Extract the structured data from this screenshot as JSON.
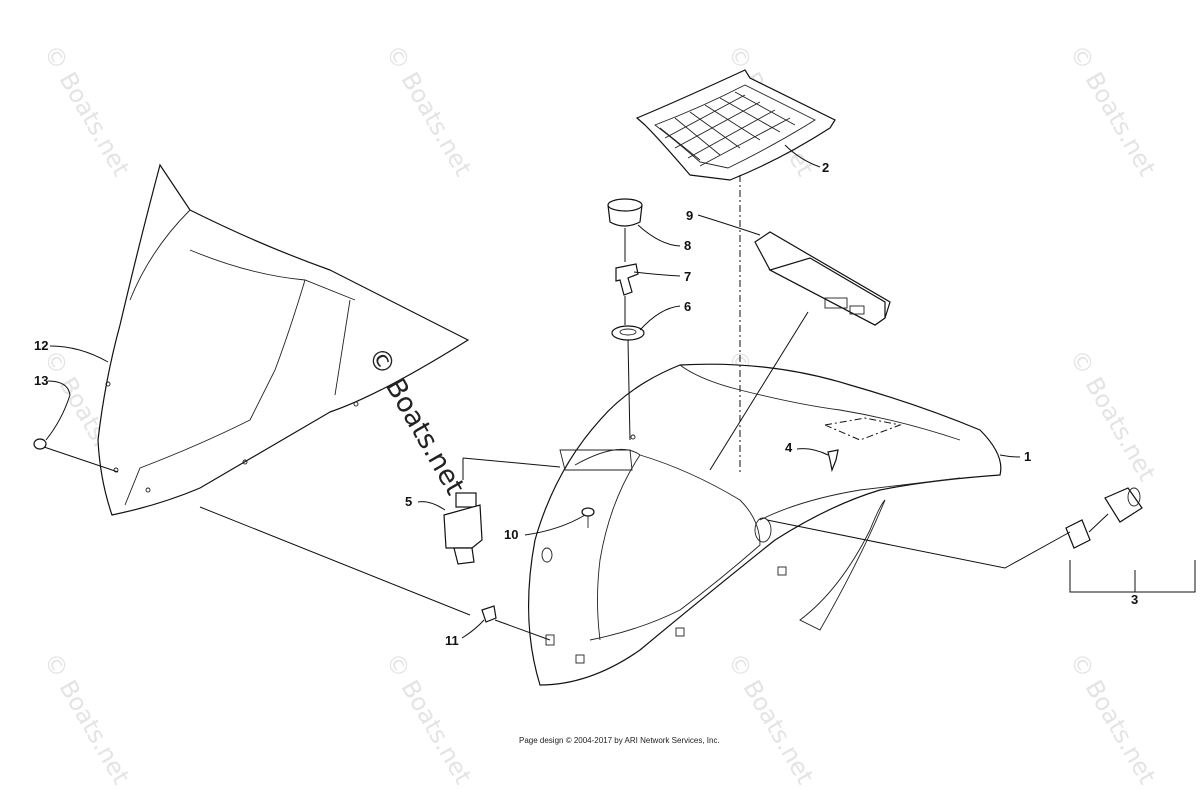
{
  "watermark": "© Boats.net",
  "footer": "Page design © 2004-2017 by ARI Network Services, Inc.",
  "callouts": [
    "1",
    "2",
    "3",
    "4",
    "5",
    "6",
    "7",
    "8",
    "9",
    "10",
    "11",
    "12",
    "13"
  ],
  "parts": {
    "windshield": "windshield-icon",
    "hood": "hood-icon",
    "storage_net": "storage-net-icon",
    "gauge": "gauge-icon",
    "ignition_cap": "ignition-cap-icon",
    "key": "key-icon",
    "ignition_nut": "ignition-nut-icon",
    "ignition_switch": "ignition-switch-icon",
    "power_outlet": "power-outlet-icon",
    "rivet": "rivet-icon",
    "screw": "screw-icon",
    "grommet": "grommet-icon",
    "washer": "washer-icon"
  }
}
